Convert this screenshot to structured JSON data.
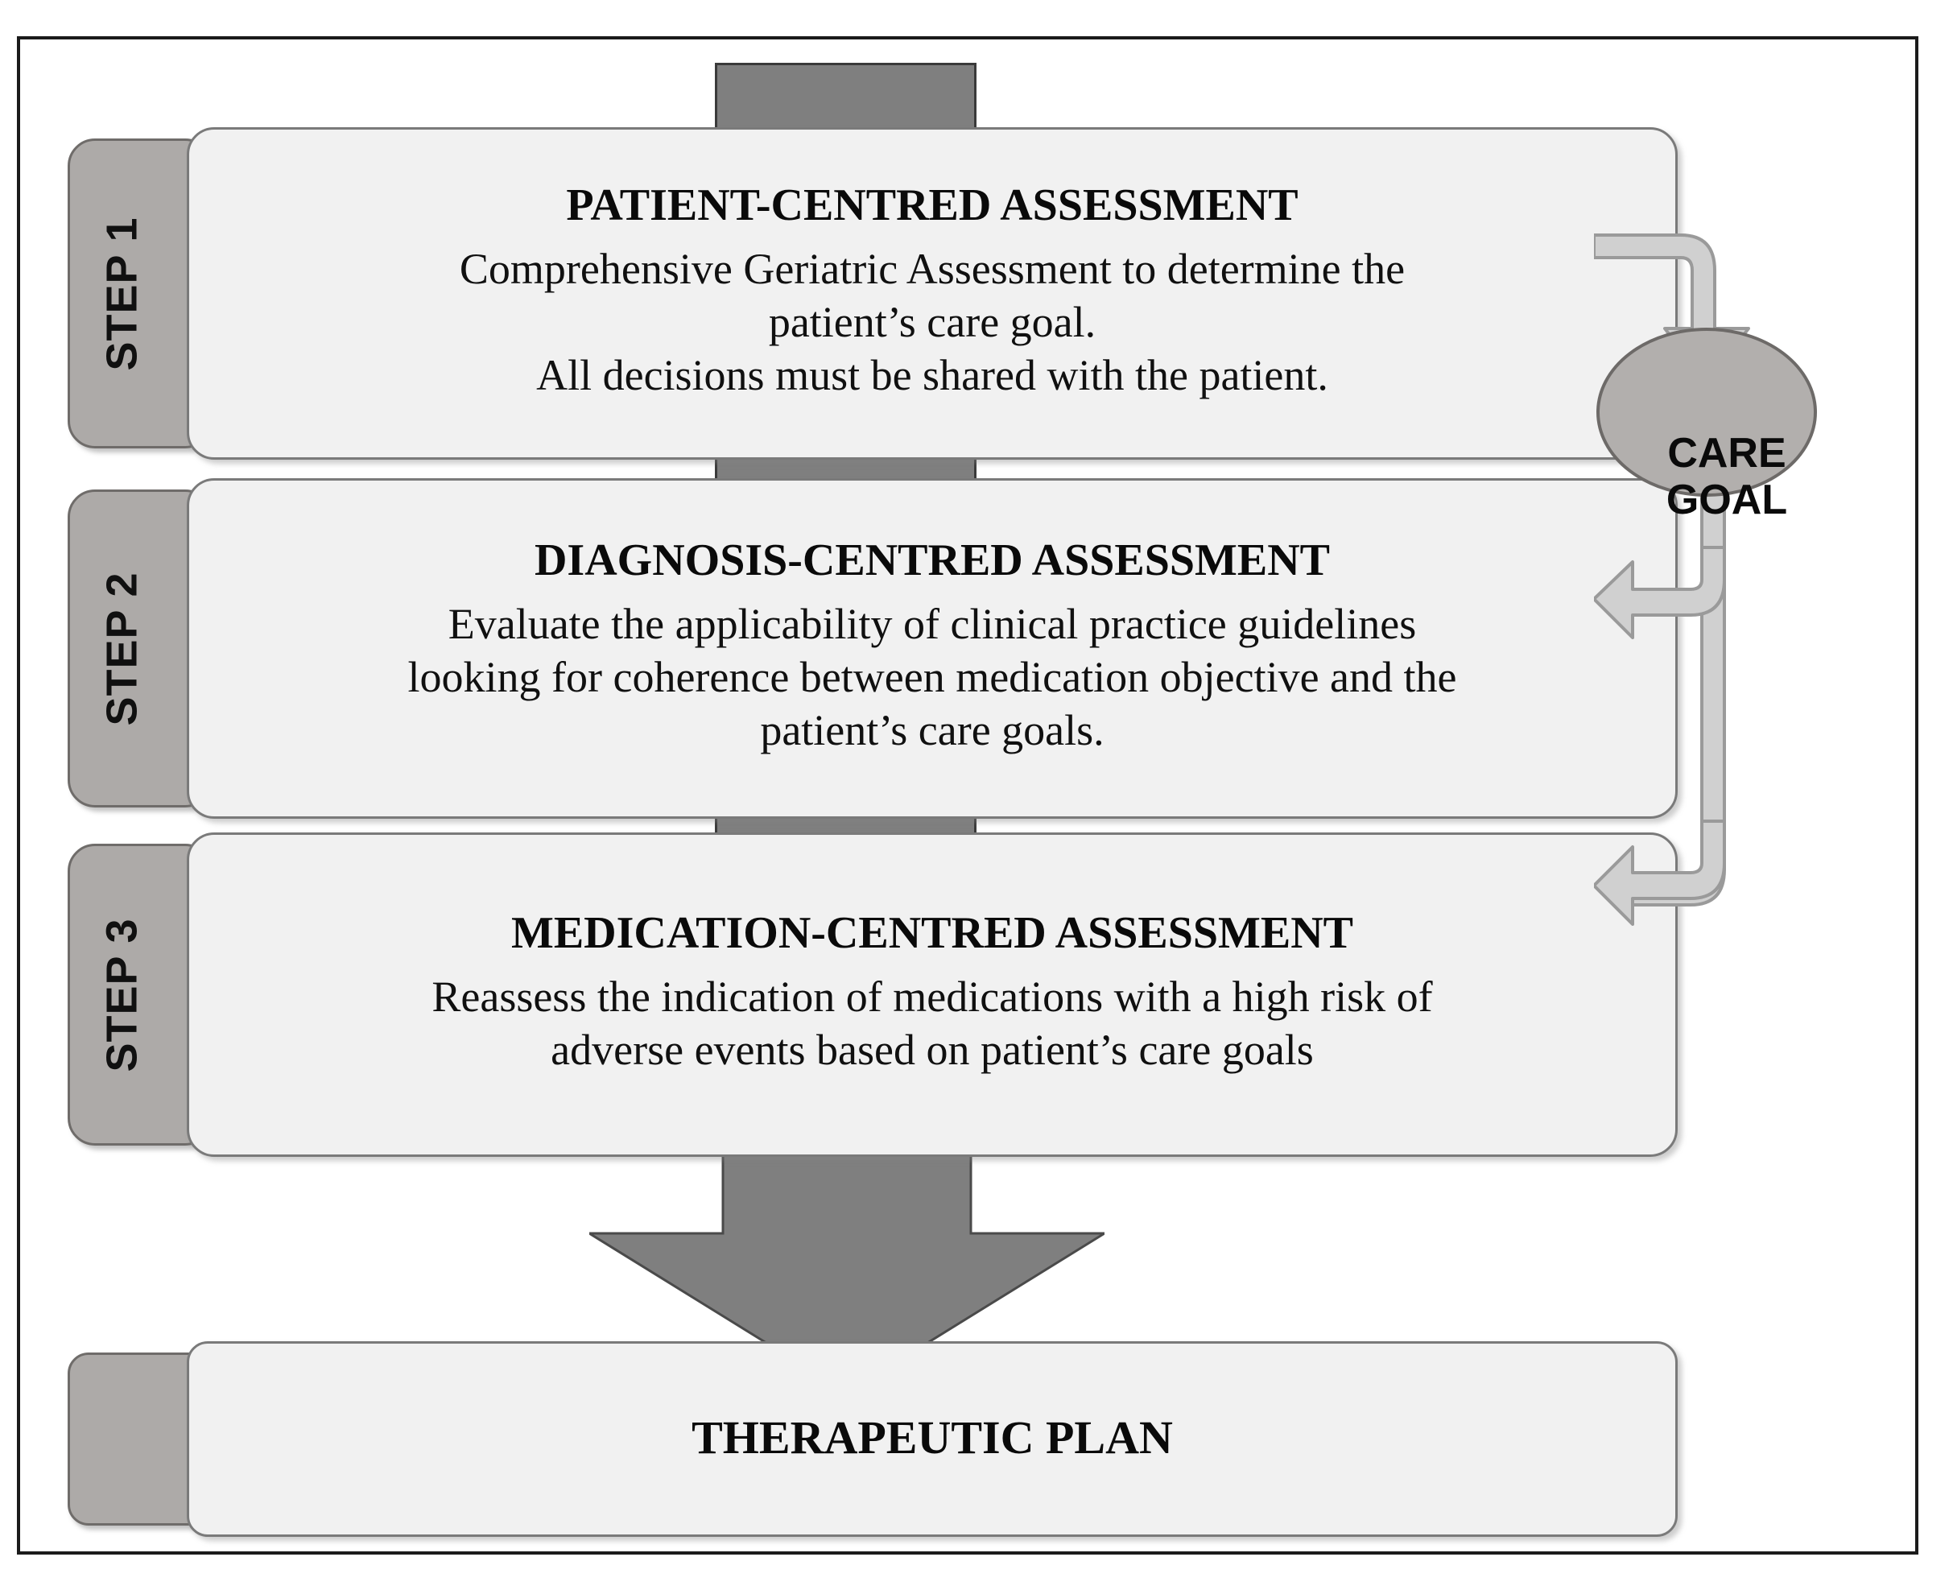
{
  "diagram": {
    "title_visible": false,
    "colors": {
      "frame_border": "#1b1b1b",
      "connector_bar": "#7f7f7f",
      "step_tab": "#adaaa8",
      "step_body": "#f1f1f1",
      "ribbon": "#d0d0d0",
      "ellipse": "#b2afad",
      "big_arrow": "#7f7f7f",
      "text": "#0a0a0a"
    },
    "steps": [
      {
        "tab_label": "STEP 1",
        "title": "PATIENT-CENTRED ASSESSMENT",
        "description_lines": [
          "Comprehensive Geriatric Assessment to determine the",
          "patient’s care goal.",
          "All decisions must be shared with the patient."
        ]
      },
      {
        "tab_label": "STEP 2",
        "title": "DIAGNOSIS-CENTRED ASSESSMENT",
        "description_lines": [
          "Evaluate the applicability of clinical practice guidelines",
          "looking for coherence between medication objective and the",
          "patient’s care goals."
        ]
      },
      {
        "tab_label": "STEP 3",
        "title": "MEDICATION-CENTRED ASSESSMENT",
        "description_lines": [
          "Reassess the indication of medications with a high risk of",
          "adverse events based on patient’s care goals"
        ]
      }
    ],
    "outcome": {
      "tab_label": "",
      "title": "THERAPEUTIC PLAN"
    },
    "care_goal": {
      "line1": "CARE",
      "line2": "GOAL"
    },
    "connectors": {
      "top_stub": "vertical-bar-above-step-1",
      "step1_to_step2": "vertical-bar",
      "step2_to_step3": "vertical-bar",
      "step3_to_plan": "large-down-arrow",
      "step1_to_care_goal": "curved-arrow-right-then-down",
      "care_goal_to_step2": "curved-arrow-down-then-left",
      "care_goal_to_step3": "curved-arrow-down-then-left"
    }
  }
}
